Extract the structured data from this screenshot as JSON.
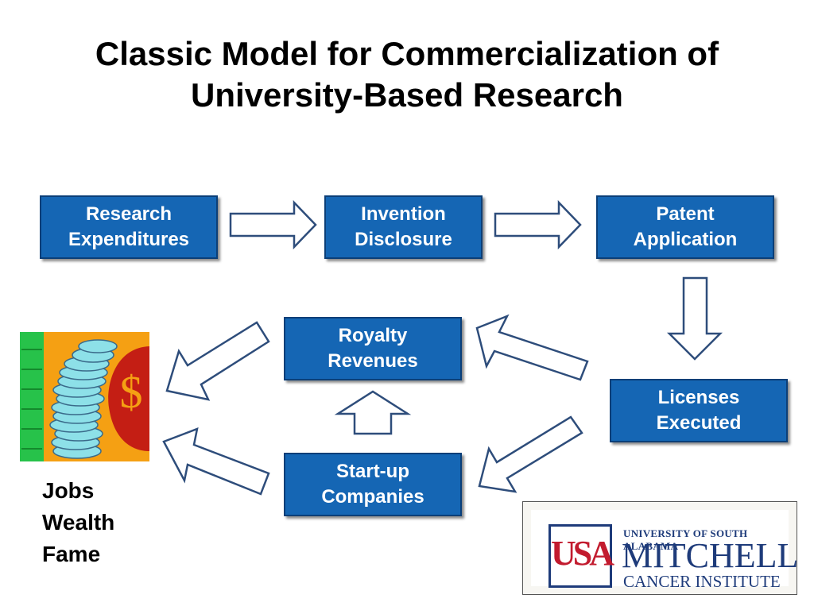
{
  "title": {
    "line1": "Classic Model for Commercialization of",
    "line2": "University-Based Research"
  },
  "nodes": {
    "research": {
      "line1": "Research",
      "line2": "Expenditures"
    },
    "invention": {
      "line1": "Invention",
      "line2": "Disclosure"
    },
    "patent": {
      "line1": "Patent",
      "line2": "Application"
    },
    "royalty": {
      "line1": "Royalty",
      "line2": "Revenues"
    },
    "licenses": {
      "line1": "Licenses",
      "line2": "Executed"
    },
    "startup": {
      "line1": "Start-up",
      "line2": "Companies"
    }
  },
  "outcomes": [
    "Jobs",
    "Wealth",
    "Fame"
  ],
  "logo": {
    "letters": "USA",
    "line1": "UNIVERSITY OF SOUTH ALABAMA",
    "line2": "MITCHELL",
    "line3": "CANCER INSTITUTE"
  },
  "colors": {
    "box_fill": "#1566b4",
    "box_border": "#0b3f78",
    "arrow_stroke": "#2e4d7b",
    "logo_navy": "#1e3b7a",
    "logo_red": "#c21b2e"
  },
  "icons": {
    "money": "coins-and-dollar-icon"
  }
}
